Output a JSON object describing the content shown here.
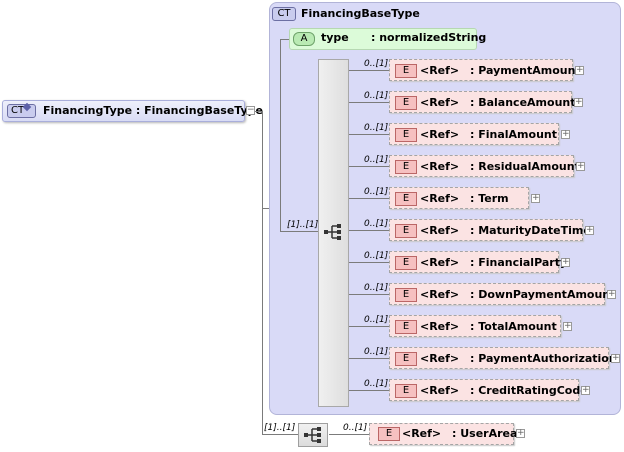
{
  "root": {
    "badge": "CT",
    "label": "FinancingType : FinancingBaseType"
  },
  "base": {
    "badge": "CT",
    "title": "FinancingBaseType",
    "attribute": {
      "badge": "A",
      "name": "type",
      "type": ": normalizedString"
    },
    "sequence_occurrence": "[1]..[1]",
    "elements": [
      {
        "occurrence": "0..[1]",
        "badge": "E",
        "ref": "<Ref>",
        "name": ": PaymentAmount"
      },
      {
        "occurrence": "0..[1]",
        "badge": "E",
        "ref": "<Ref>",
        "name": ": BalanceAmount"
      },
      {
        "occurrence": "0..[1]",
        "badge": "E",
        "ref": "<Ref>",
        "name": ": FinalAmount"
      },
      {
        "occurrence": "0..[1]",
        "badge": "E",
        "ref": "<Ref>",
        "name": ": ResidualAmount"
      },
      {
        "occurrence": "0..[1]",
        "badge": "E",
        "ref": "<Ref>",
        "name": ": Term"
      },
      {
        "occurrence": "0..[1]",
        "badge": "E",
        "ref": "<Ref>",
        "name": ": MaturityDateTime"
      },
      {
        "occurrence": "0..[1]",
        "badge": "E",
        "ref": "<Ref>",
        "name": ": FinancialParty"
      },
      {
        "occurrence": "0..[1]",
        "badge": "E",
        "ref": "<Ref>",
        "name": ": DownPaymentAmount"
      },
      {
        "occurrence": "0..[1]",
        "badge": "E",
        "ref": "<Ref>",
        "name": ": TotalAmount"
      },
      {
        "occurrence": "0..[1]",
        "badge": "E",
        "ref": "<Ref>",
        "name": ": PaymentAuthorization"
      },
      {
        "occurrence": "0..[1]",
        "badge": "E",
        "ref": "<Ref>",
        "name": ": CreditRatingCode"
      }
    ]
  },
  "extension": {
    "sequence_occurrence": "[1]..[1]",
    "element": {
      "occurrence": "0..[1]",
      "badge": "E",
      "ref": "<Ref>",
      "name": ": UserArea"
    }
  },
  "colors": {
    "complex_type": "#d9daf7",
    "attribute": "#dcfbd9",
    "element": "#fbe3e3"
  },
  "icons": [
    "expand-plus-icon",
    "sequence-compositor-icon"
  ]
}
